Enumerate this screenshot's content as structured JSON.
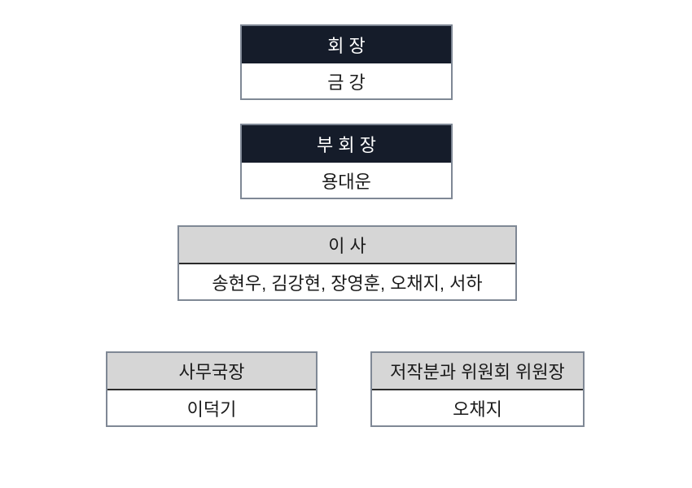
{
  "colors": {
    "dark_header_bg": "#151c2a",
    "gray_header_bg": "#d6d6d6",
    "box_border": "#7f8895",
    "gray_header_divider": "#2b2b2b",
    "dark_header_text": "#ffffff",
    "body_text": "#1a1a1a",
    "page_background": "#ffffff"
  },
  "org_chart": {
    "boxes": [
      {
        "id": "chairman",
        "header_style": "dark",
        "title": "회 장",
        "members": "금 강"
      },
      {
        "id": "vice-chairman",
        "header_style": "dark",
        "title": "부 회 장",
        "members": "용대운"
      },
      {
        "id": "directors",
        "header_style": "gray",
        "title": "이 사",
        "members": "송현우, 김강현, 장영훈, 오채지, 서하"
      },
      {
        "id": "secretary-general",
        "header_style": "gray",
        "title": "사무국장",
        "members": "이덕기"
      },
      {
        "id": "copyright-committee",
        "header_style": "gray",
        "title": "저작분과 위원회 위원장",
        "members": "오채지"
      }
    ]
  }
}
